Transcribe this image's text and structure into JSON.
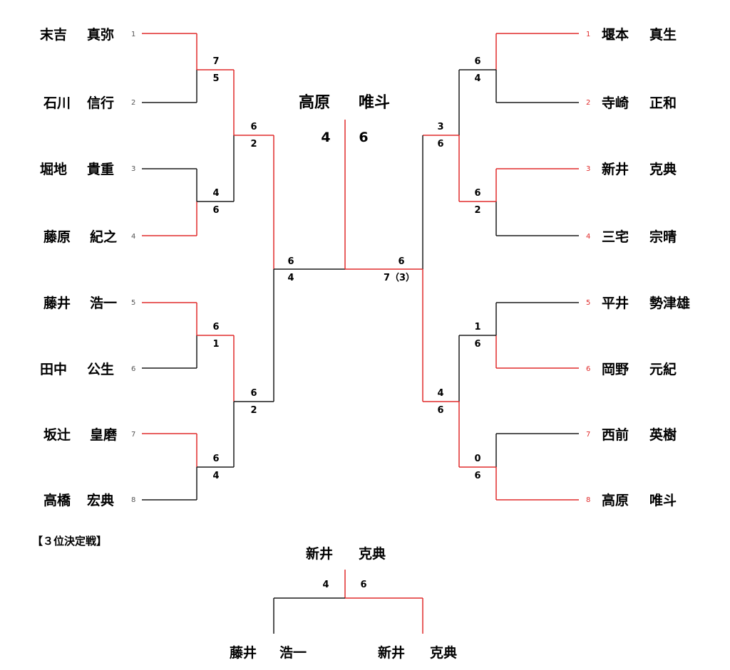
{
  "colors": {
    "win": "#e02b2b",
    "lose": "#1a1a1a"
  },
  "left_players": [
    {
      "seed": "1",
      "surname": "末吉",
      "given": "真弥"
    },
    {
      "seed": "2",
      "surname": "石川",
      "given": "信行"
    },
    {
      "seed": "3",
      "surname": "堀地",
      "given": "貴重"
    },
    {
      "seed": "4",
      "surname": "藤原",
      "given": "紀之"
    },
    {
      "seed": "5",
      "surname": "藤井",
      "given": "浩一"
    },
    {
      "seed": "6",
      "surname": "田中",
      "given": "公生"
    },
    {
      "seed": "7",
      "surname": "坂辻",
      "given": "皇磨"
    },
    {
      "seed": "8",
      "surname": "高橋",
      "given": "宏典"
    }
  ],
  "right_players": [
    {
      "seed": "1",
      "surname": "堰本",
      "given": "真生"
    },
    {
      "seed": "2",
      "surname": "寺崎",
      "given": "正和"
    },
    {
      "seed": "3",
      "surname": "新井",
      "given": "克典"
    },
    {
      "seed": "4",
      "surname": "三宅",
      "given": "宗晴"
    },
    {
      "seed": "5",
      "surname": "平井",
      "given": "勢津雄"
    },
    {
      "seed": "6",
      "surname": "岡野",
      "given": "元紀"
    },
    {
      "seed": "7",
      "surname": "西前",
      "given": "英樹"
    },
    {
      "seed": "8",
      "surname": "高原",
      "given": "唯斗"
    }
  ],
  "left_scores": {
    "r1": [
      [
        "7",
        "5"
      ],
      [
        "4",
        "6"
      ],
      [
        "6",
        "1"
      ],
      [
        "6",
        "4"
      ]
    ],
    "r2": [
      [
        "6",
        "2"
      ],
      [
        "6",
        "2"
      ]
    ],
    "sf": [
      "6",
      "4"
    ]
  },
  "right_scores": {
    "r1": [
      [
        "6",
        "4"
      ],
      [
        "6",
        "2"
      ],
      [
        "1",
        "6"
      ],
      [
        "0",
        "6"
      ]
    ],
    "r2": [
      [
        "3",
        "6"
      ],
      [
        "4",
        "6"
      ]
    ],
    "sf": [
      "6",
      "7（3）"
    ]
  },
  "final": {
    "champion_surname": "高原",
    "champion_given": "唯斗",
    "score_left": "4",
    "score_right": "6"
  },
  "third_place": {
    "label": "【３位決定戦】",
    "winner_surname": "新井",
    "winner_given": "克典",
    "score_left": "4",
    "score_right": "6",
    "left_surname": "藤井",
    "left_given": "浩一",
    "right_surname": "新井",
    "right_given": "克典"
  }
}
